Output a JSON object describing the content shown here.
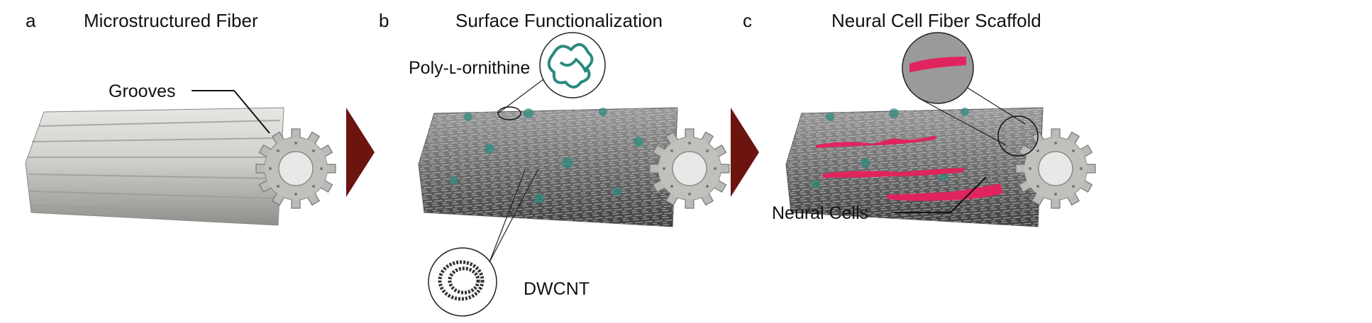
{
  "panels": [
    {
      "letter": "a",
      "title": "Microstructured Fiber",
      "labels": [
        "Grooves"
      ]
    },
    {
      "letter": "b",
      "title": "Surface Functionalization",
      "labels": [
        "Poly-ʟ-ornithine",
        "DWCNT"
      ]
    },
    {
      "letter": "c",
      "title": "Neural Cell Fiber Scaffold",
      "labels": [
        "Neural Cells"
      ]
    }
  ],
  "colors": {
    "arrow": "#6b1410",
    "protein": "#2a8a7e",
    "cells": "#e0245e",
    "fiber": "#c9cbc6"
  }
}
